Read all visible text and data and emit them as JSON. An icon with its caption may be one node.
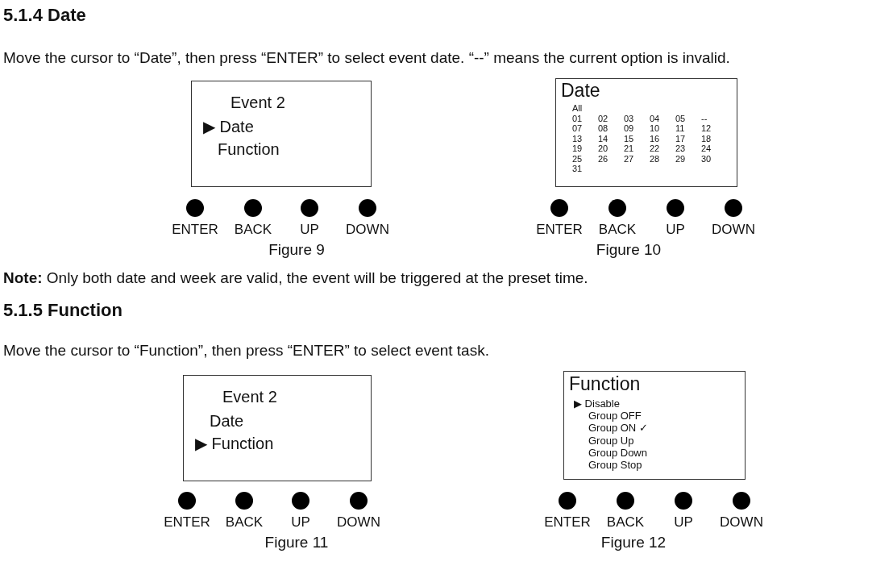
{
  "diagram": {
    "nodes": [
      {
        "text": [
          "Event 2",
          "▶ Date",
          "Function"
        ]
      },
      {
        "text": [
          "Date",
          "All",
          "01",
          "02",
          "03",
          "04",
          "05",
          "--",
          "07",
          "08",
          "09",
          "10",
          "11",
          "12",
          "13",
          "14",
          "15",
          "16",
          "17",
          "18",
          "19",
          "20",
          "21",
          "22",
          "23",
          "24",
          "25",
          "26",
          "27",
          "28",
          "29",
          "30",
          "31"
        ]
      },
      {
        "text": [
          "ENTER"
        ]
      },
      {
        "text": [
          "BACK"
        ]
      },
      {
        "text": [
          "UP"
        ]
      },
      {
        "text": [
          "DOWN"
        ]
      },
      {
        "text": [
          "ENTER"
        ]
      },
      {
        "text": [
          "BACK"
        ]
      },
      {
        "text": [
          "UP"
        ]
      },
      {
        "text": [
          "DOWN"
        ]
      },
      {
        "text": [
          "Event 2",
          "Date",
          "▶ Function"
        ]
      },
      {
        "text": [
          "Function",
          "▶ Disable",
          "Group OFF",
          "Group ON ✓",
          "Group Up",
          "Group Down",
          "Group Stop"
        ]
      },
      {
        "text": [
          "ENTER"
        ]
      },
      {
        "text": [
          "BACK"
        ]
      },
      {
        "text": [
          "UP"
        ]
      },
      {
        "text": [
          "DOWN"
        ]
      },
      {
        "text": [
          "ENTER"
        ]
      },
      {
        "text": [
          "BACK"
        ]
      },
      {
        "text": [
          "UP"
        ]
      },
      {
        "text": [
          "DOWN"
        ]
      }
    ],
    "labels": [
      "5.1.4 Date",
      "Move the cursor to “Date”, then press “ENTER” to select event date.      “--” means the current option is invalid.",
      "Figure 9",
      "Figure 10",
      "**Note:** Only both date and week are valid, the event will be triggered at the preset time.",
      "5.1.5 Function",
      "Move the cursor to “Function”, then press “ENTER” to select event task.",
      "Figure 11",
      "Figure 12"
    ]
  }
}
